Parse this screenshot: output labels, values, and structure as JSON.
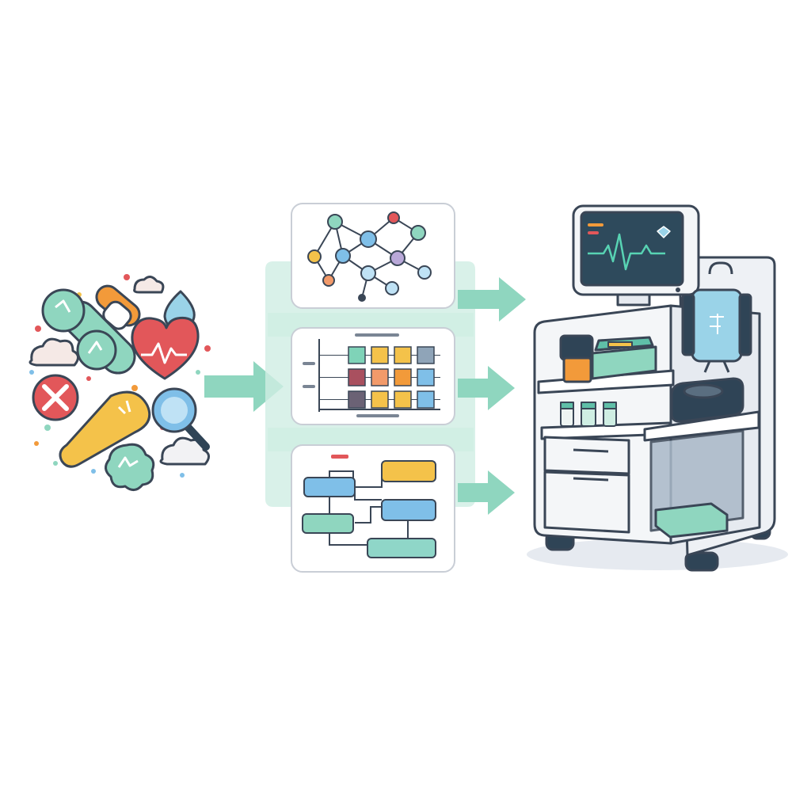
{
  "colors": {
    "mint": "#8fd6bf",
    "mint_light": "#cfeee3",
    "teal": "#5fbfa8",
    "red": "#e2575a",
    "yellow": "#f4c24a",
    "orange": "#f29a3a",
    "blue": "#7fbfe8",
    "navy": "#2f4456",
    "outline": "#3a4656",
    "panel_border": "#c9ced6",
    "monitor_screen": "#2e4a5c",
    "ecg": "#58d3b3",
    "cabinet": "#f4f6f8"
  },
  "icons": [
    "dumbbell-icon",
    "pill-icon",
    "drop-icon",
    "heart-icon",
    "cross-icon",
    "key-icon",
    "magnifier-icon",
    "star-blob-icon",
    "cloud-icon"
  ],
  "panels": [
    {
      "kind": "network-graph"
    },
    {
      "kind": "heatmap-grid"
    },
    {
      "kind": "flowchart"
    }
  ],
  "heatmap_cells": [
    [
      "#7fd3b8",
      "#f4c24a",
      "#f4c24a",
      "#8fa4b8"
    ],
    [
      "#a9505f",
      "#f29a6a",
      "#f29a3a",
      "#7fbfe8"
    ],
    [
      "#6b6275",
      "#f4c24a",
      "#f4c24a",
      "#7fbfe8"
    ]
  ],
  "flow_box_colors": [
    "#7fbfe8",
    "#f4c24a",
    "#7fbfe8",
    "#8fd6bf",
    "#8fd6c8"
  ],
  "monitor_icon": "ecg-waveform-icon"
}
